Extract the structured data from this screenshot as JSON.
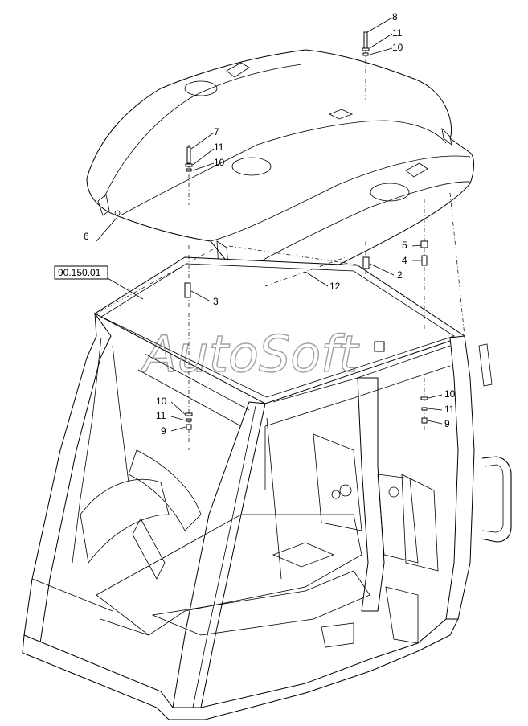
{
  "reference_box": "90.150.01",
  "watermark": "AutoSoft",
  "callouts": {
    "c8": "8",
    "c11_top": "11",
    "c10_top": "10",
    "c7": "7",
    "c11_mid": "11",
    "c10_mid": "10",
    "c6": "6",
    "c5": "5",
    "c4": "4",
    "c2": "2",
    "c12": "12",
    "c3": "3",
    "c10_left": "10",
    "c11_left": "11",
    "c9_left": "9",
    "c10_right": "10",
    "c11_right": "11",
    "c9_right": "9"
  }
}
